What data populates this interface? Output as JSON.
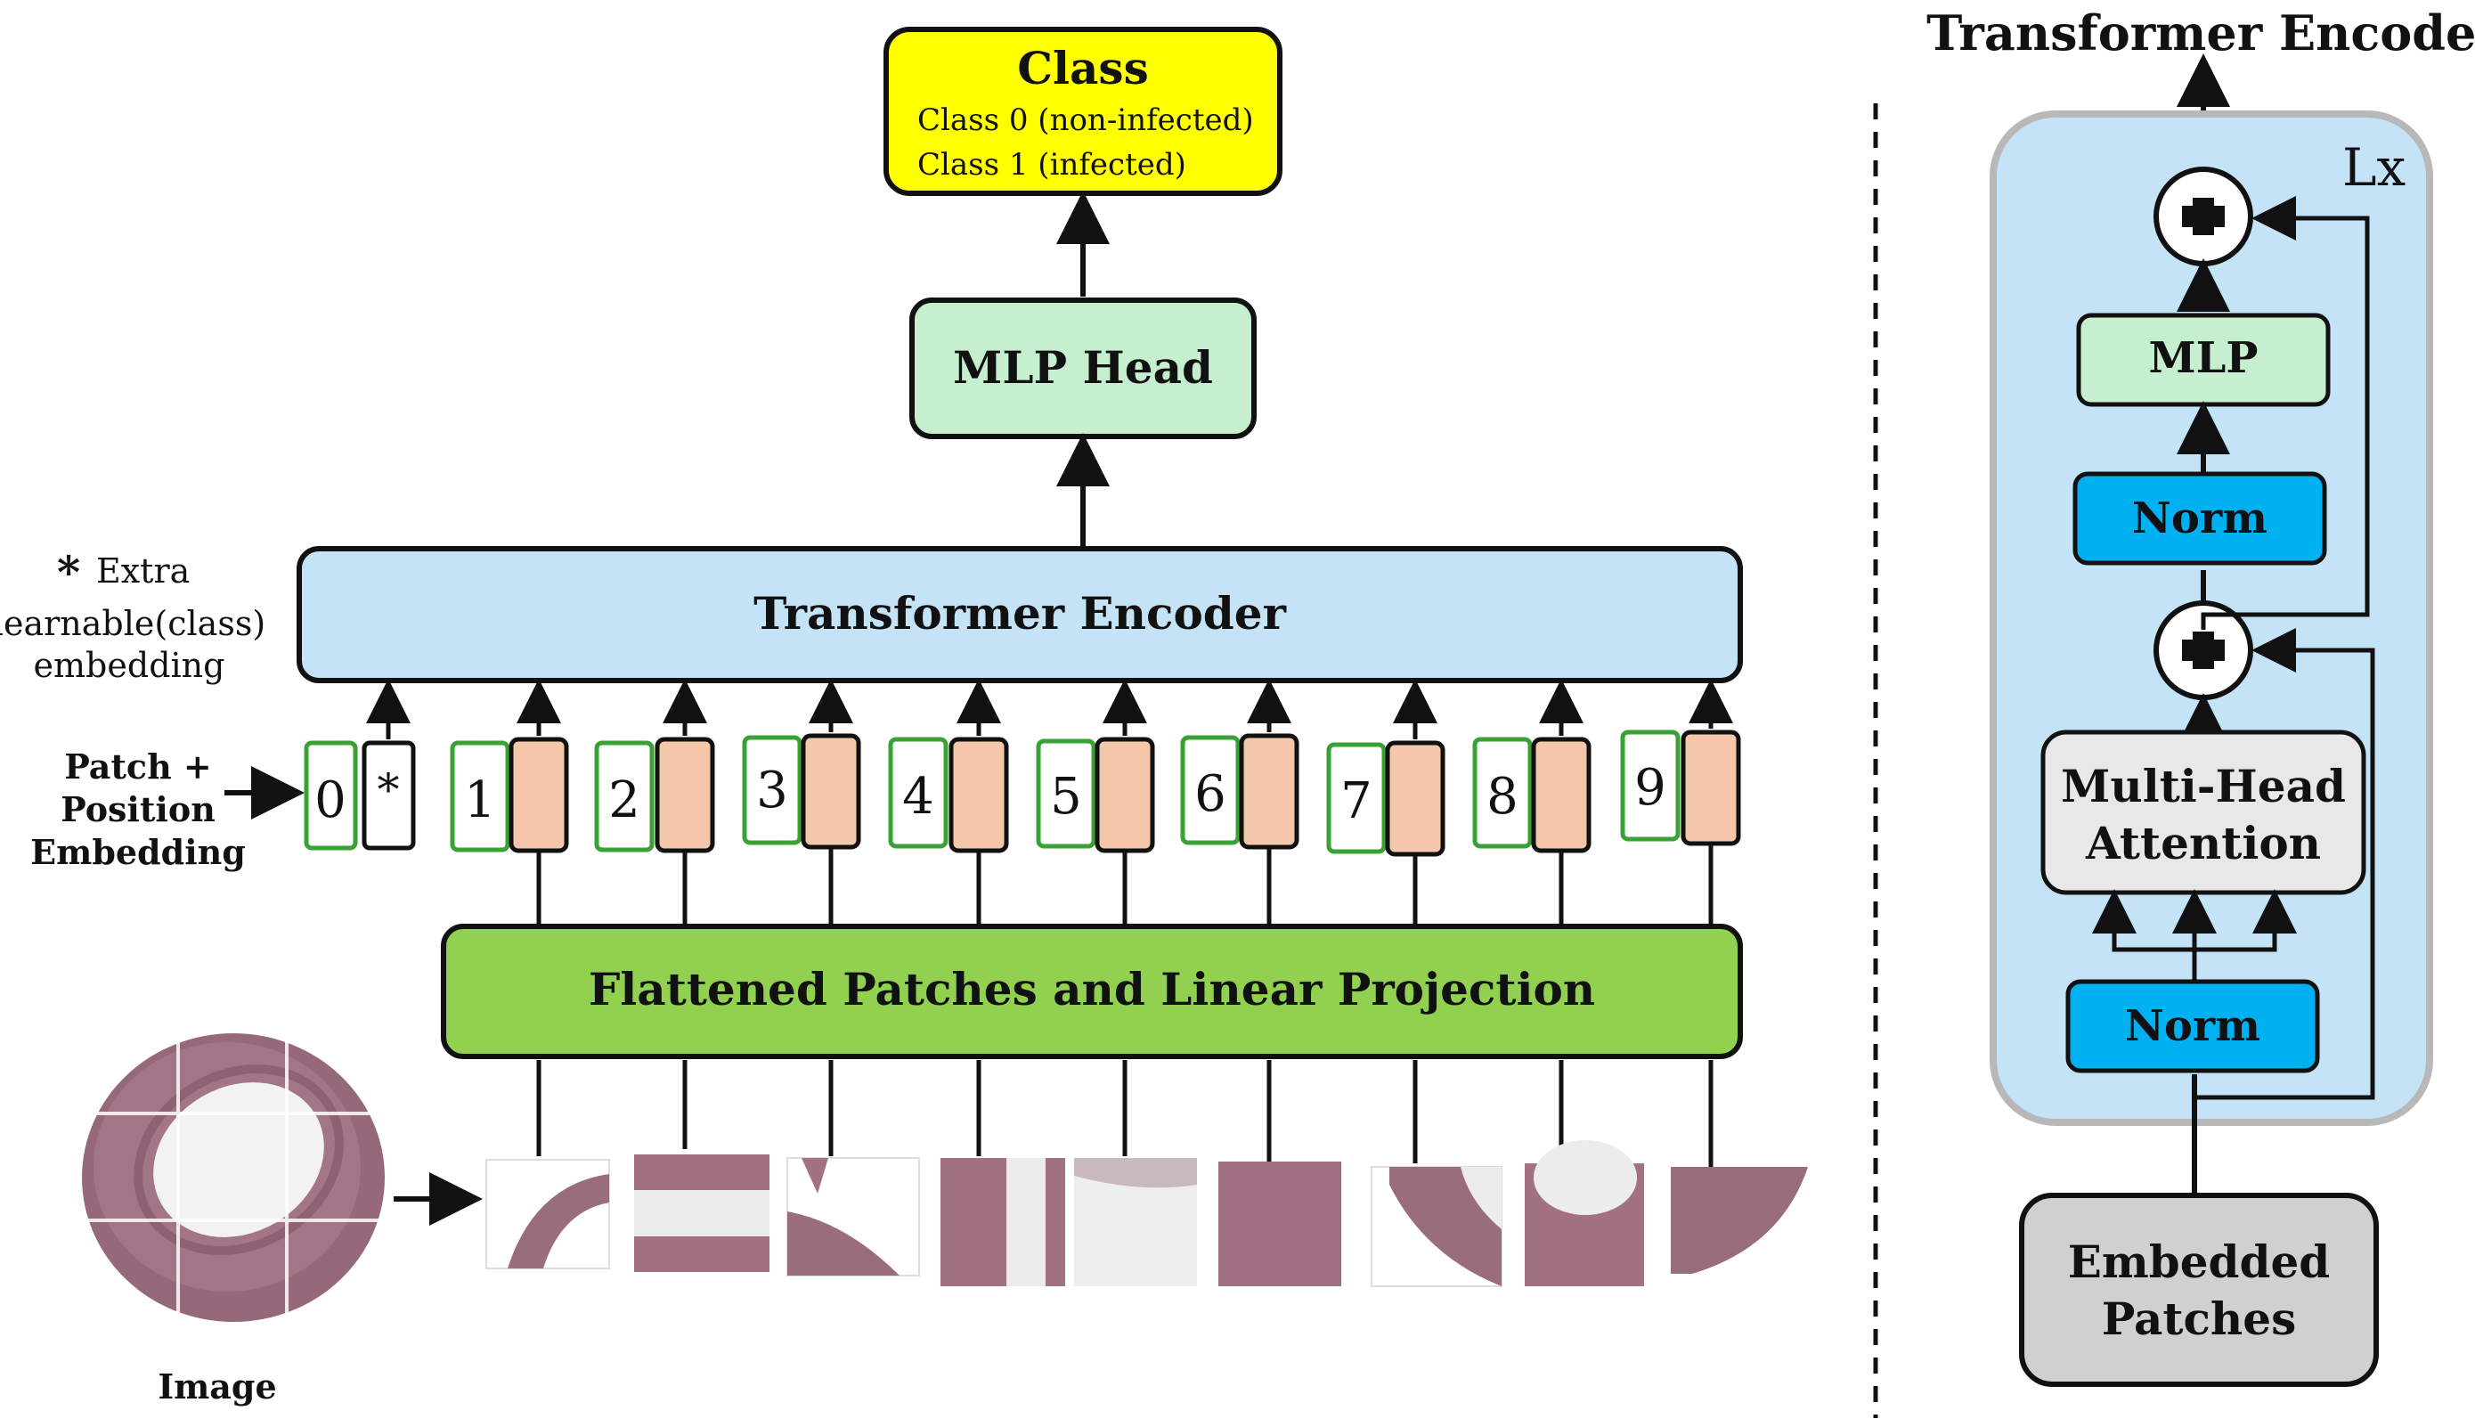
{
  "class_box": {
    "title": "Class",
    "line1": "Class 0 (non-infected)",
    "line2": "Class 1 (infected)"
  },
  "mlp_head": "MLP Head",
  "transformer_box": "Transformer Encoder",
  "flatten_box": "Flattened Patches  and Linear Projection",
  "extra_note": {
    "star": "*",
    "line1": "Extra",
    "line2": "learnable(class)",
    "line3": "embedding"
  },
  "patch_pos_label": {
    "line1": "Patch +",
    "line2": "Position",
    "line3": "Embedding"
  },
  "position_tokens": [
    "0",
    "*",
    "1",
    "2",
    "3",
    "4",
    "5",
    "6",
    "7",
    "8",
    "9"
  ],
  "image_label": "Image",
  "encoder_detail": {
    "title": "Transformer Encoder",
    "repeat": "Lx",
    "mlp": "MLP",
    "norm_top": "Norm",
    "mha_line1": "Multi-Head",
    "mha_line2": "Attention",
    "norm_bottom": "Norm",
    "embedded_line1": "Embedded",
    "embedded_line2": "Patches"
  },
  "colors": {
    "class_fill": "#ffff00",
    "mlp_fill": "#c6efd0",
    "encoder_fill": "#c5e3f6",
    "flatten_fill": "#92d050",
    "norm_fill": "#00b0f0",
    "mha_fill": "#e8e8e8",
    "embedded_fill": "#d0d0d0",
    "token_border": "#3aa135",
    "patch_fill": "#f4c6aa",
    "tissue_outer": "#9a6f7e",
    "tissue_inner": "#eeeeee"
  }
}
